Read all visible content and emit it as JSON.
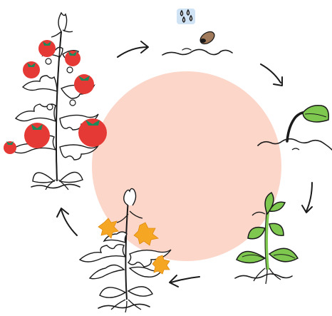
{
  "diagram": {
    "center_circle_color": "#fcd6c9",
    "stages": [
      {
        "id": "seed",
        "icon": "seed-with-water-drops-icon"
      },
      {
        "id": "sprout",
        "icon": "sprout-icon"
      },
      {
        "id": "seedling",
        "icon": "young-plant-icon"
      },
      {
        "id": "flowering",
        "icon": "flowering-plant-icon"
      },
      {
        "id": "fruiting",
        "icon": "tomato-plant-icon"
      }
    ],
    "colors": {
      "ink": "#1a1a1a",
      "leaf_green": "#7ec850",
      "dark_green": "#2e7d32",
      "flower_yellow": "#f5a623",
      "tomato_red": "#e53935",
      "tomato_green": "#1b8a5a",
      "seed_brown": "#a07a5a",
      "water_blue": "#cfe3f5"
    }
  }
}
